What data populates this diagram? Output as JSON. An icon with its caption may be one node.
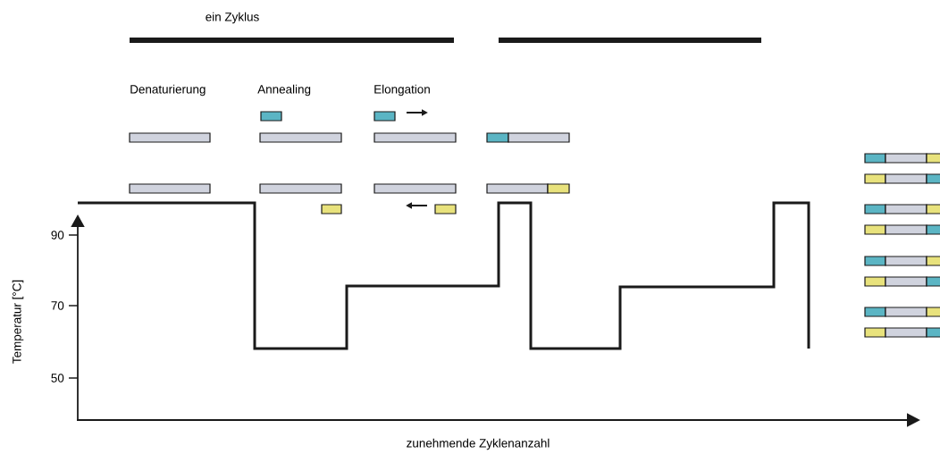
{
  "diagram": {
    "labels": [
      "ein Zyklus",
      "Denaturierung",
      "Annealing",
      "Elongation",
      "90",
      "70",
      "50",
      "Temperatur [°C]",
      "zunehmende Zyklenanzahl"
    ]
  }
}
